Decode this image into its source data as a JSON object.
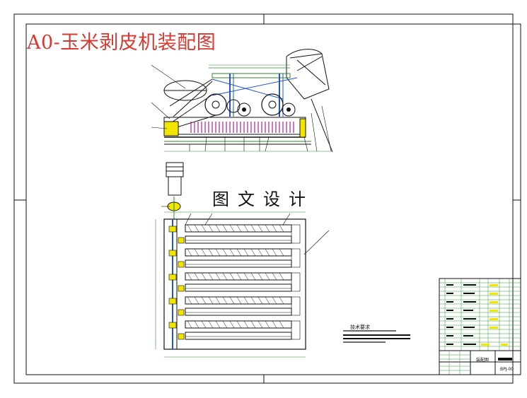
{
  "drawing": {
    "title": "A0-玉米剥皮机装配图",
    "watermark": "图文设计",
    "tech_requirements_title": "技术要求",
    "title_block": {
      "drawing_name": "装配图",
      "drawing_code": "BPJ-00"
    }
  },
  "colors": {
    "title_red": "#d9372f",
    "line_black": "#111111",
    "dim_green": "#2a8a2a",
    "part_blue": "#2255cc",
    "hatch_magenta": "#b0209a",
    "highlight_yellow": "#f2e600",
    "table_green": "#2e9e2e"
  }
}
